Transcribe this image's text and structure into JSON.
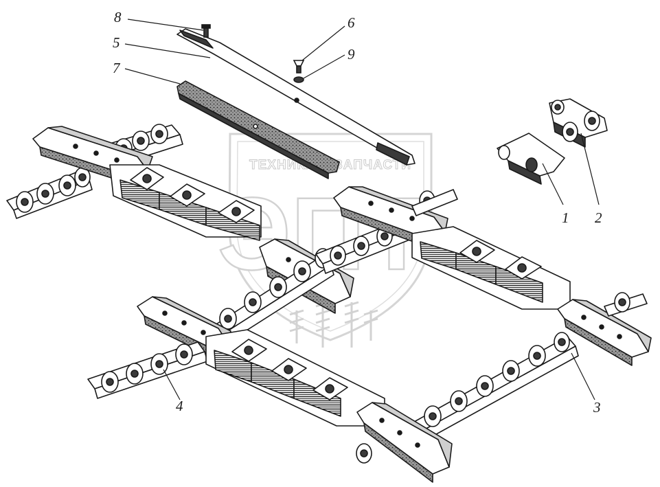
{
  "watermark": {
    "top_text": "ТЕХНИКА И ЗАПЧАСТИ",
    "logo_text": "ЭПТ"
  },
  "callouts": [
    {
      "id": "1",
      "label": "1"
    },
    {
      "id": "2",
      "label": "2"
    },
    {
      "id": "3",
      "label": "3"
    },
    {
      "id": "4",
      "label": "4"
    },
    {
      "id": "5",
      "label": "5"
    },
    {
      "id": "6",
      "label": "6"
    },
    {
      "id": "7",
      "label": "7"
    },
    {
      "id": "8",
      "label": "8"
    },
    {
      "id": "9",
      "label": "9"
    }
  ],
  "colors": {
    "line": "#1a1a1a",
    "fill_dark": "#3a3a3a",
    "fill_mid": "#8a8a8a",
    "watermark": "#bcbcbc"
  }
}
